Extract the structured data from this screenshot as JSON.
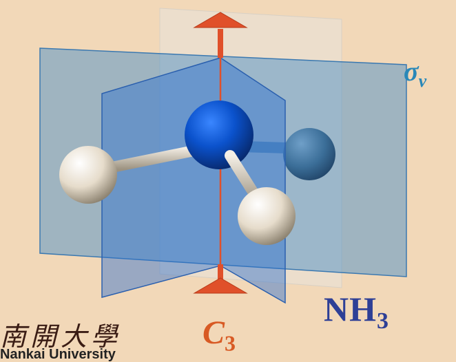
{
  "labels": {
    "sigma_symbol": "σ",
    "sigma_subscript": "v",
    "molecule_base": "NH",
    "molecule_subscript": "3",
    "axis_symbol": "C",
    "axis_subscript": "3"
  },
  "logo": {
    "chinese": "南開大學",
    "english": "Nankai University"
  },
  "colors": {
    "background": "#f2d8b8",
    "plane_blue": "#3f7fd0",
    "nitrogen": "#0a4fc0",
    "hydrogen": "#e8e0d0",
    "axis_arrow": "#e0502a",
    "sigma_label": "#2a88b8",
    "formula_label": "#2e3f96",
    "axis_label": "#d85a24"
  }
}
